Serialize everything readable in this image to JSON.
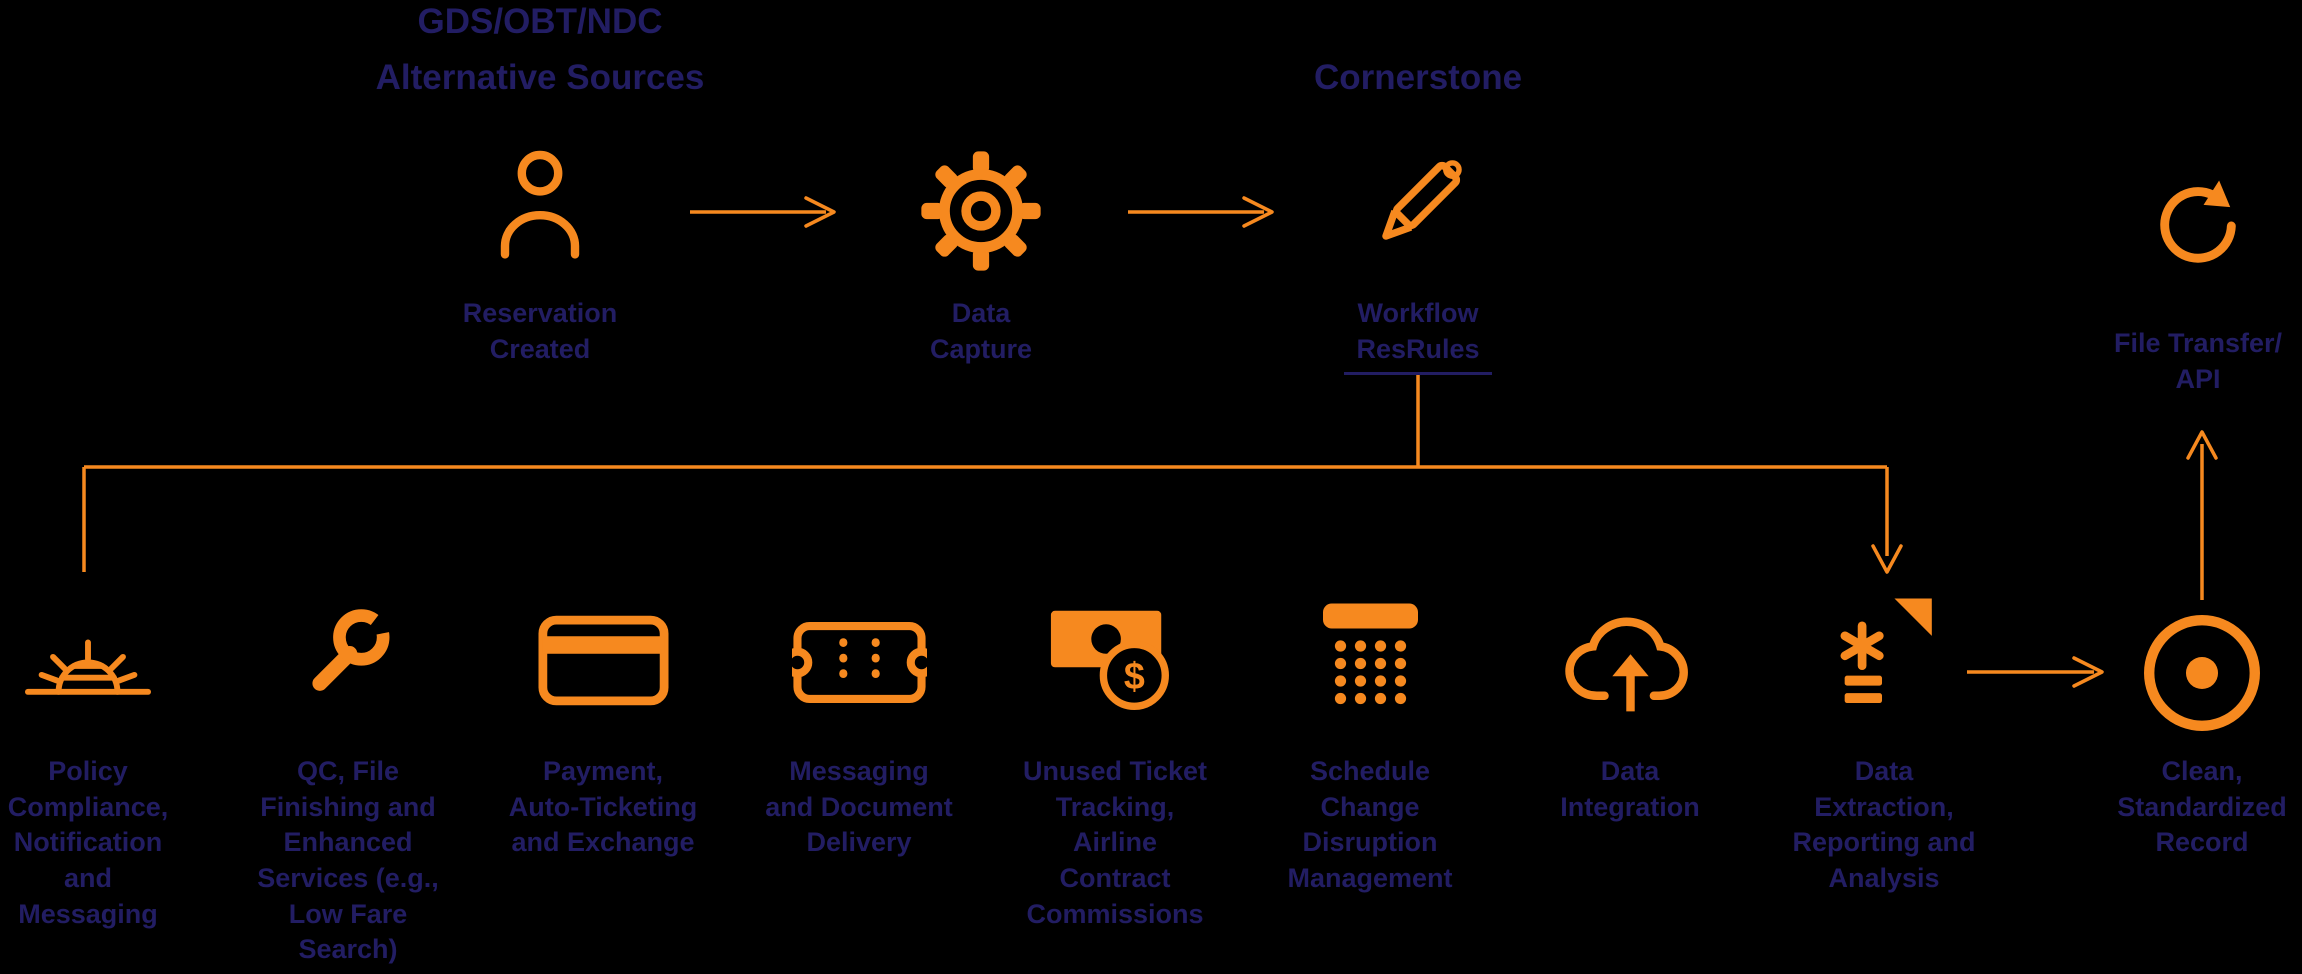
{
  "colors": {
    "orange": "#F6891F",
    "navy": "#221d63",
    "background": "#000000"
  },
  "headers": {
    "source_line1": "GDS/OBT/NDC",
    "source_line2": "Alternative Sources",
    "cornerstone": "Cornerstone"
  },
  "top_nodes": {
    "reservation_created": {
      "label": "Reservation\nCreated",
      "icon": "person-icon"
    },
    "data_capture": {
      "label": "Data\nCapture",
      "icon": "gear-icon"
    },
    "workflow_resrules": {
      "label": "Workflow\nResRules",
      "icon": "pen-icon"
    },
    "file_transfer_api": {
      "label": "File Transfer/\nAPI",
      "icon": "refresh-icon"
    }
  },
  "bottom_nodes": [
    {
      "icon": "sunrise-icon",
      "label": "Policy\nCompliance,\nNotification\nand\nMessaging"
    },
    {
      "icon": "wrench-icon",
      "label": "QC, File\nFinishing and\nEnhanced\nServices (e.g.,\nLow Fare\nSearch)"
    },
    {
      "icon": "credit-card-icon",
      "label": "Payment,\nAuto-Ticketing\nand Exchange"
    },
    {
      "icon": "ticket-icon",
      "label": "Messaging\nand Document\nDelivery"
    },
    {
      "icon": "money-bill-coin-icon",
      "label": "Unused Ticket\nTracking,\nAirline\nContract\nCommissions"
    },
    {
      "icon": "keypad-icon",
      "label": "Schedule\nChange\nDisruption\nManagement"
    },
    {
      "icon": "cloud-upload-icon",
      "label": "Data\nIntegration"
    },
    {
      "icon": "document-extract-icon",
      "label": "Data\nExtraction,\nReporting and\nAnalysis"
    },
    {
      "icon": "record-icon",
      "label": "Clean,\nStandardized\nRecord"
    }
  ],
  "symbols": {
    "dollar": "$"
  }
}
